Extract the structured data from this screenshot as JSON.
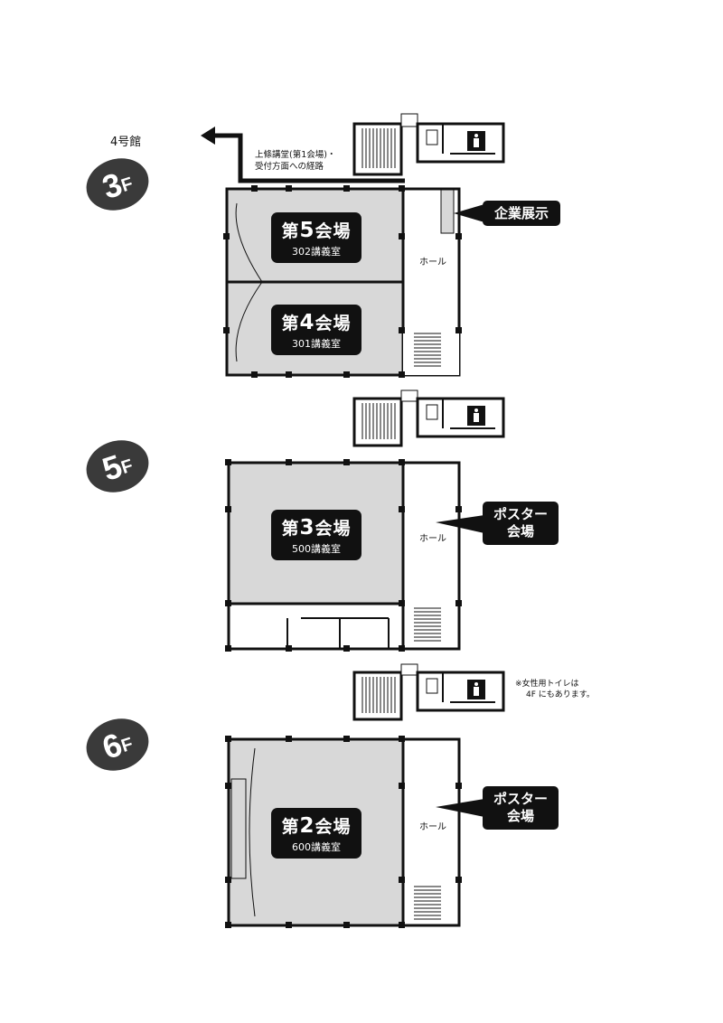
{
  "building": "4号館",
  "route_note": [
    "上條講堂(第1会場)・",
    "受付方面への経路"
  ],
  "floors": {
    "f3": {
      "badge_num": "3",
      "badge_suffix": "F",
      "hall_label": "ホール",
      "venues": [
        {
          "prefix": "第",
          "number": "5",
          "suffix": "会場",
          "room": "302講義室"
        },
        {
          "prefix": "第",
          "number": "4",
          "suffix": "会場",
          "room": "301講義室"
        }
      ],
      "callout": "企業展示"
    },
    "f5": {
      "badge_num": "5",
      "badge_suffix": "F",
      "hall_label": "ホール",
      "venue": {
        "prefix": "第",
        "number": "3",
        "suffix": "会場",
        "room": "500講義室"
      },
      "callout": [
        "ポスター",
        "会場"
      ]
    },
    "f6": {
      "badge_num": "6",
      "badge_suffix": "F",
      "hall_label": "ホール",
      "venue": {
        "prefix": "第",
        "number": "2",
        "suffix": "会場",
        "room": "600講義室"
      },
      "callout": [
        "ポスター",
        "会場"
      ],
      "note": [
        "※女性用トイレは",
        "4F にもあります。"
      ]
    }
  },
  "colors": {
    "room_fill": "#d8d8d8",
    "wall": "#111111",
    "badge": "#3a3a3a",
    "label_bg": "#111111"
  }
}
